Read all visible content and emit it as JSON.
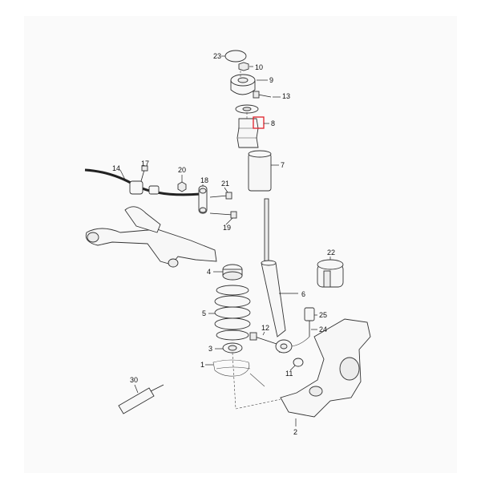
{
  "diagram": {
    "callouts": [
      "1",
      "2",
      "3",
      "4",
      "5",
      "6",
      "7",
      "8",
      "9",
      "10",
      "11",
      "12",
      "13",
      "14",
      "17",
      "18",
      "19",
      "20",
      "21",
      "22",
      "23",
      "24",
      "25",
      "30"
    ],
    "highlight_color": "#e0202a",
    "highlighted_callout": "8"
  }
}
